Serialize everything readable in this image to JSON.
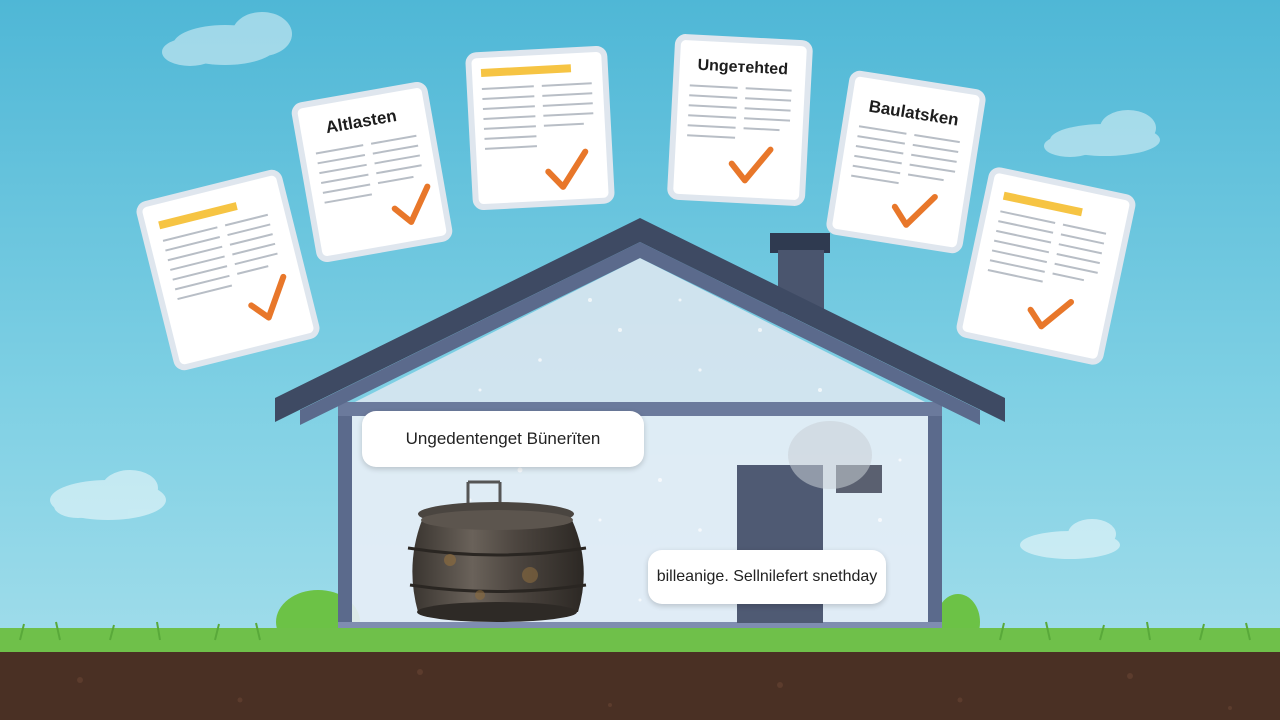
{
  "documents": [
    {
      "title": ""
    },
    {
      "title": "Altlasten"
    },
    {
      "title": ""
    },
    {
      "title": "Ungeтehted"
    },
    {
      "title": "Baulatsken"
    },
    {
      "title": ""
    }
  ],
  "callouts": {
    "first": "Ungedentenget Bünerïten",
    "second": "billeanige. Sellnilefert snethday"
  },
  "colors": {
    "sky": "#5cc3dc",
    "house_frame": "#3e4a63",
    "check_mark": "#e8772a",
    "highlight_bar": "#f6c443",
    "grass": "#6fc04a",
    "soil": "#4a3024"
  }
}
